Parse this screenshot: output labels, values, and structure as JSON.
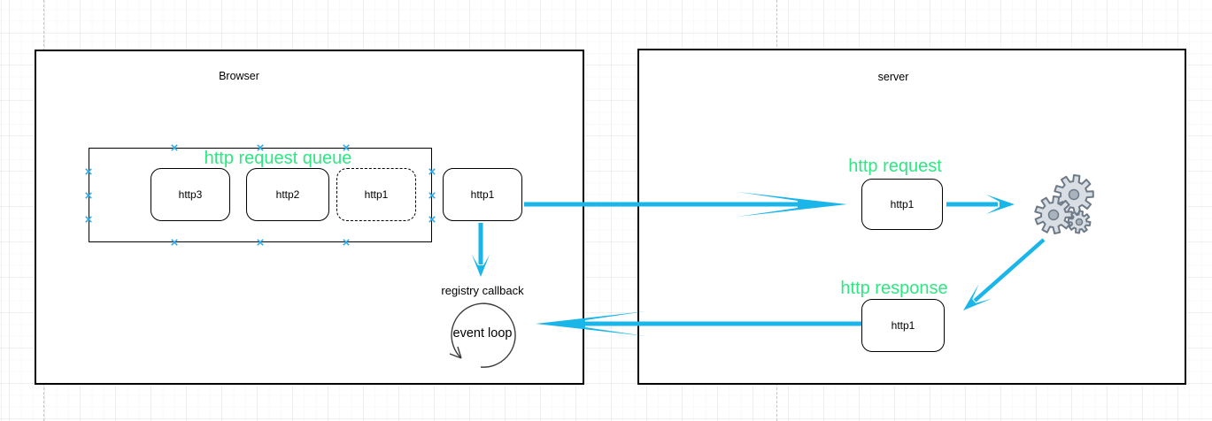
{
  "colors": {
    "accent_green": "#2ee682",
    "arrow_cyan": "#1ab6ea",
    "connection_point_blue": "#2da9e8",
    "gear_fill": "#d9dee4",
    "gear_stroke": "#6e7a88",
    "shape_stroke": "#000000",
    "canvas_background": "#ffffff"
  },
  "icons": {
    "gears": "gears-icon",
    "event_loop": "circular-arrow-icon",
    "connection_point": "x-connection-icon"
  },
  "browser": {
    "title": "Browser",
    "queue": {
      "title": "http request queue",
      "items": [
        {
          "label": "http3"
        },
        {
          "label": "http2"
        },
        {
          "label": "http1"
        }
      ]
    },
    "active_request": {
      "label": "http1"
    },
    "registry_callback_label": "registry callback",
    "event_loop_label": "event loop"
  },
  "server": {
    "title": "server",
    "request_title": "http request",
    "request_item": {
      "label": "http1"
    },
    "response_title": "http response",
    "response_item": {
      "label": "http1"
    }
  }
}
